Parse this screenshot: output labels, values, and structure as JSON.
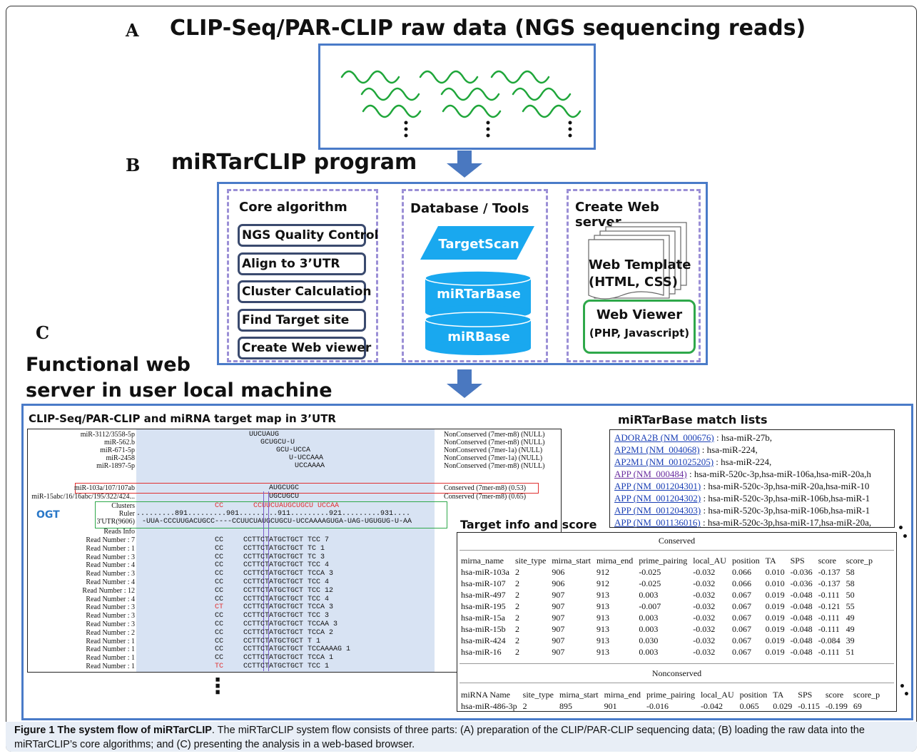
{
  "section_a": {
    "letter": "A",
    "title": "CLIP-Seq/PAR-CLIP raw data (NGS sequencing reads)"
  },
  "section_b": {
    "letter": "B",
    "title": "miRTarCLIP program",
    "core": {
      "header": "Core algorithm",
      "items": [
        "NGS Quality Control",
        "Align to 3’UTR",
        "Cluster Calculation",
        "Find Target site",
        "Create Web viewer"
      ]
    },
    "db": {
      "header": "Database / Tools",
      "items": [
        "TargetScan",
        "miRTarBase",
        "miRBase"
      ]
    },
    "web": {
      "header": "Create Web server",
      "template_line1": "Web Template",
      "template_line2": "(HTML, CSS)",
      "viewer_line1": "Web Viewer",
      "viewer_line2": "(PHP, Javascript)"
    }
  },
  "section_c": {
    "letter": "C",
    "title_line1": "Functional web",
    "title_line2": "server in user local machine",
    "map": {
      "title": "CLIP-Seq/PAR-CLIP and miRNA target map in 3’UTR",
      "top_mirnas": [
        {
          "name": "miR-3112/3558-5p",
          "seq": "UUCUAUG",
          "ann": "NonConserved (7mer-m8) (NULL)"
        },
        {
          "name": "miR-562.b",
          "seq": "GCUGCU-U",
          "ann": "NonConserved (7mer-m8) (NULL)"
        },
        {
          "name": "miR-671-5p",
          "seq": "GCU-UCCA",
          "ann": "NonConserved (7mer-1a) (NULL)"
        },
        {
          "name": "miR-2458",
          "seq": "U-UCCAAA",
          "ann": "NonConserved (7mer-1a) (NULL)"
        },
        {
          "name": "miR-1897-5p",
          "seq": "UCCAAAA",
          "ann": "NonConserved (7mer-m8) (NULL)"
        }
      ],
      "highlight_mirnas": [
        {
          "name": "miR-103a/107/107ab",
          "seq": "AUGCUGC",
          "ann": "Conserved (7mer-m8) (0.53)"
        },
        {
          "name": "miR-15abc/16/16abc/195/322/424...",
          "seq": "UGCUGCU",
          "ann": "Conserved (7mer-m8) (0.65)"
        }
      ],
      "gene_label": "OGT",
      "clusters_label": "Clusters",
      "clusters_seq": "CC       CCUUCUAUGCUGCU UCCAA",
      "ruler_label": "Ruler",
      "ruler_seq": ".........891.........901.........911.........921.........931....",
      "utr_label": "3'UTR(9606)",
      "utr_seq": "-UUA-CCCUUGACUGCC----CCUUCUAUGCUGCU-UCCAAAAGUGA-UAG-UGUGUG-U-AA",
      "reads_info_label": "Reads Info",
      "reads": [
        {
          "name": "Read Number : 7",
          "pre": "CC",
          "seq": "CCTTCTATGCTGCT TCC 7"
        },
        {
          "name": "Read Number : 1",
          "pre": "CC",
          "seq": "CCTTCTATGCTGCT TC 1"
        },
        {
          "name": "Read Number : 3",
          "pre": "CC",
          "seq": "CCTTCTATGCTGCT TC 3"
        },
        {
          "name": "Read Number : 4",
          "pre": "CC",
          "seq": "CCTTCTATGCTGCT TCC 4"
        },
        {
          "name": "Read Number : 3",
          "pre": "CC",
          "seq": "CCTTCTATGCTGCT TCCA 3"
        },
        {
          "name": "Read Number : 4",
          "pre": "CC",
          "seq": "CCTTCTATGCTGCT TCC 4"
        },
        {
          "name": "Read Number : 12",
          "pre": "CC",
          "seq": "CCTTCTATGCTGCT TCC 12"
        },
        {
          "name": "Read Number : 4",
          "pre": "CC",
          "seq": "CCTTCTATGCTGCT TCC 4"
        },
        {
          "name": "Read Number : 3",
          "pre": "CT",
          "seq": "CCTTCTATGCTGCT TCCA 3"
        },
        {
          "name": "Read Number : 3",
          "pre": "CC",
          "seq": "CCTTCTATGCTGCT TCC 3"
        },
        {
          "name": "Read Number : 3",
          "pre": "CC",
          "seq": "CCTTCTATGCTGCT TCCAA 3"
        },
        {
          "name": "Read Number : 2",
          "pre": "CC",
          "seq": "CCTTCTATGCTGCT TCCA 2"
        },
        {
          "name": "Read Number : 1",
          "pre": "CC",
          "seq": "CCTTCTATGCTGCT T 1"
        },
        {
          "name": "Read Number : 1",
          "pre": "CC",
          "seq": "CCTTCTATGCTGCT TCCAAAAG 1"
        },
        {
          "name": "Read Number : 1",
          "pre": "CC",
          "seq": "CCTTCTATGCTGCT TCCA 1"
        },
        {
          "name": "Read Number : 1",
          "pre": "TC",
          "seq": "CCTTCTATGCTGCT TCC 1"
        }
      ]
    },
    "match": {
      "title": "miRTarBase match lists",
      "items": [
        {
          "link": "ADORA2B (NM_000676)",
          "text": " : hsa-miR-27b,"
        },
        {
          "link": "AP2M1 (NM_004068)",
          "text": " : hsa-miR-224,"
        },
        {
          "link": "AP2M1 (NM_001025205)",
          "text": " : hsa-miR-224,"
        },
        {
          "link": "APP (NM_000484)",
          "text": " : hsa-miR-520c-3p,hsa-miR-106a,hsa-miR-20a,h"
        },
        {
          "link": "APP (NM_001204301)",
          "text": " : hsa-miR-520c-3p,hsa-miR-20a,hsa-miR-10"
        },
        {
          "link": "APP (NM_001204302)",
          "text": " : hsa-miR-520c-3p,hsa-miR-106b,hsa-miR-1"
        },
        {
          "link": "APP (NM_001204303)",
          "text": " : hsa-miR-520c-3p,hsa-miR-106b,hsa-miR-1"
        },
        {
          "link": "APP (NM_001136016)",
          "text": " : hsa-miR-520c-3p,hsa-miR-17,hsa-miR-20a,"
        }
      ]
    },
    "target": {
      "title": "Target info and score",
      "conserved_label": "Conserved",
      "conserved_headers": [
        "mirna_name",
        "site_type",
        "mirna_start",
        "mirna_end",
        "prime_pairing",
        "local_AU",
        "position",
        "TA",
        "SPS",
        "score",
        "score_p"
      ],
      "conserved_rows": [
        [
          "hsa-miR-103a",
          "2",
          "906",
          "912",
          "-0.025",
          "-0.032",
          "0.066",
          "0.010",
          "-0.036",
          "-0.137",
          "58"
        ],
        [
          "hsa-miR-107",
          "2",
          "906",
          "912",
          "-0.025",
          "-0.032",
          "0.066",
          "0.010",
          "-0.036",
          "-0.137",
          "58"
        ],
        [
          "hsa-miR-497",
          "2",
          "907",
          "913",
          "0.003",
          "-0.032",
          "0.067",
          "0.019",
          "-0.048",
          "-0.111",
          "50"
        ],
        [
          "hsa-miR-195",
          "2",
          "907",
          "913",
          "-0.007",
          "-0.032",
          "0.067",
          "0.019",
          "-0.048",
          "-0.121",
          "55"
        ],
        [
          "hsa-miR-15a",
          "2",
          "907",
          "913",
          "0.003",
          "-0.032",
          "0.067",
          "0.019",
          "-0.048",
          "-0.111",
          "49"
        ],
        [
          "hsa-miR-15b",
          "2",
          "907",
          "913",
          "0.003",
          "-0.032",
          "0.067",
          "0.019",
          "-0.048",
          "-0.111",
          "49"
        ],
        [
          "hsa-miR-424",
          "2",
          "907",
          "913",
          "0.030",
          "-0.032",
          "0.067",
          "0.019",
          "-0.048",
          "-0.084",
          "39"
        ],
        [
          "hsa-miR-16",
          "2",
          "907",
          "913",
          "0.003",
          "-0.032",
          "0.067",
          "0.019",
          "-0.048",
          "-0.111",
          "51"
        ]
      ],
      "nonconserved_label": "Nonconserved",
      "nonconserved_headers": [
        "miRNA Name",
        "site_type",
        "mirna_start",
        "mirna_end",
        "prime_pairing",
        "local_AU",
        "position",
        "TA",
        "SPS",
        "score",
        "score_p"
      ],
      "nonconserved_rows": [
        [
          "hsa-miR-486-3p",
          "2",
          "895",
          "901",
          "-0.016",
          "-0.042",
          "0.065",
          "0.029",
          "-0.115",
          "-0.199",
          "69"
        ]
      ]
    }
  },
  "caption": {
    "bold": "Figure 1 The system flow of miRTarCLIP",
    "text": ". The miRTarCLIP system flow consists of three parts: (A) preparation of the CLIP/PAR-CLIP sequencing data; (B) loading the raw data into the miRTarCLIP’s core algorithms; and (C) presenting the analysis in a web-based browser."
  },
  "colors": {
    "blue": "#4a7bc8",
    "arrow": "#4a78c0",
    "cyl": "#19a8ef",
    "wave": "#1fa63a",
    "viewer": "#2ea84a",
    "map_bg": "#d8e3f3"
  }
}
